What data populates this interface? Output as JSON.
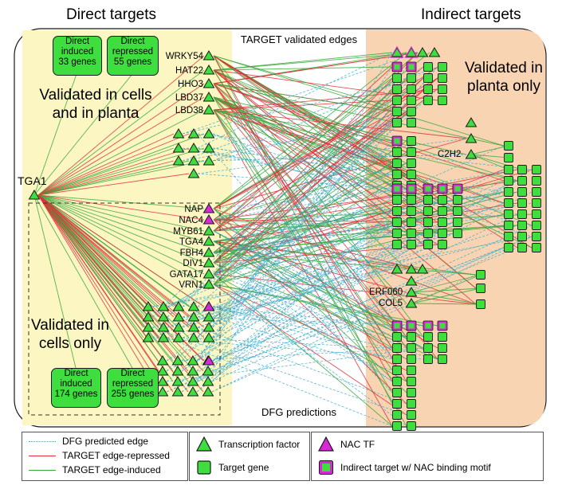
{
  "titles": {
    "direct": "Direct targets",
    "indirect": "Indirect targets"
  },
  "labels": {
    "target_validated": "TARGET validated edges",
    "dfg_predictions": "DFG predictions",
    "validated_cells_planta": "Validated in cells and in planta",
    "validated_cells_only": "Validated in cells only",
    "validated_planta_only": "Validated in planta only",
    "hub": "TGA1"
  },
  "gene_boxes": [
    {
      "lines": [
        "Direct",
        "induced",
        "33 genes"
      ]
    },
    {
      "lines": [
        "Direct",
        "repressed",
        "55 genes"
      ]
    },
    {
      "lines": [
        "Direct",
        "induced",
        "174 genes"
      ]
    },
    {
      "lines": [
        "Direct",
        "repressed",
        "255 genes"
      ]
    }
  ],
  "direct_tfs_planta": [
    "WRKY54",
    "HAT22",
    "HHO3",
    "LBD37",
    "LBD38"
  ],
  "direct_tfs_cells": [
    "NAP",
    "NAC4",
    "MYB61",
    "TGA4",
    "FBH4",
    "DIV1",
    "GATA17",
    "VRN1"
  ],
  "indirect_tfs": [
    "C2H2",
    "ERF060",
    "COL5"
  ],
  "legend": {
    "dfg_edge": "DFG predicted edge",
    "repressed_edge": "TARGET edge-repressed",
    "induced_edge": "TARGET edge-induced",
    "tf": "Transcription factor",
    "target_gene": "Target gene",
    "nac_tf": "NAC TF",
    "nac_motif": "Indirect target w/ NAC binding motif"
  },
  "colors": {
    "green_node": "#3fde3f",
    "nac_magenta": "#d52ad5",
    "edge_repressed": "#e0303a",
    "edge_induced": "#3aa83a",
    "edge_dfg": "#3fa9c9",
    "direct_bg": "#fbf6c2",
    "indirect_bg": "#f9d4b2"
  }
}
